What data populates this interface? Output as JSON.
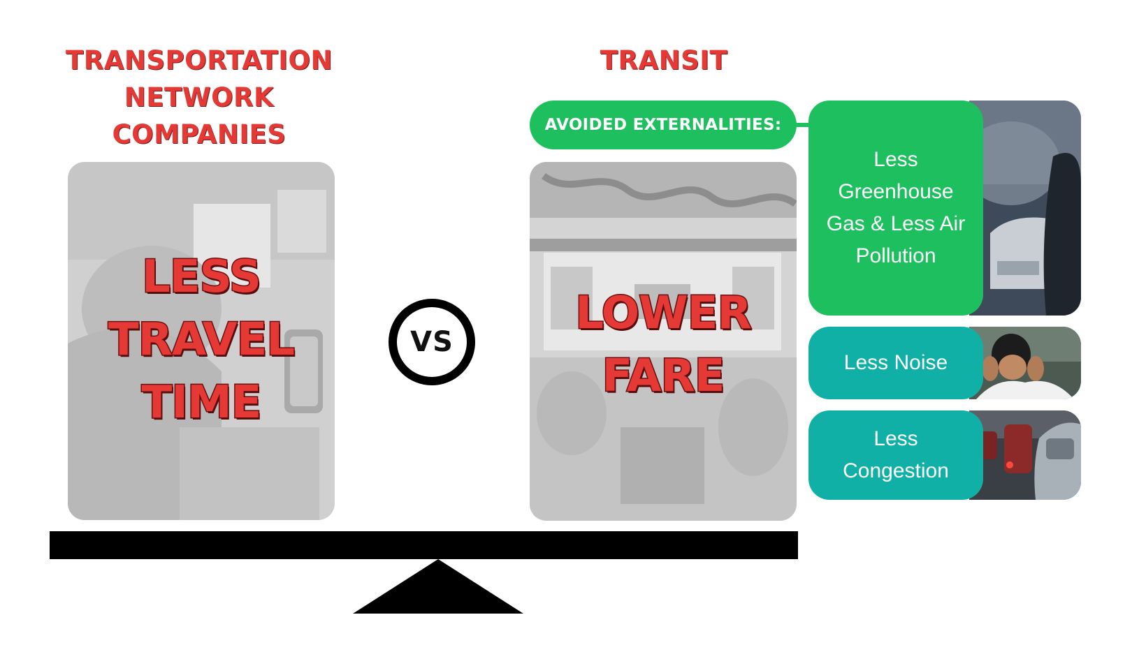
{
  "left_side": {
    "heading": "TRANSPORTATION\nNETWORK\nCOMPANIES",
    "benefit": "LESS\nTRAVEL\nTIME"
  },
  "vs_label": "VS",
  "right_side": {
    "heading": "TRANSIT",
    "benefit": "LOWER\nFARE",
    "externalities_label": "AVOIDED EXTERNALITIES:",
    "externalities": [
      {
        "label": "Less\nGreenhouse\nGas & Less Air\nPollution",
        "color": "#1dbf5e"
      },
      {
        "label": "Less Noise",
        "color": "#11b0a6"
      },
      {
        "label": "Less\nCongestion",
        "color": "#11b0a6"
      }
    ]
  },
  "colors": {
    "heading_red": "#e53935",
    "green": "#1dbf5e",
    "teal": "#11b0a6",
    "beam": "#000000"
  }
}
